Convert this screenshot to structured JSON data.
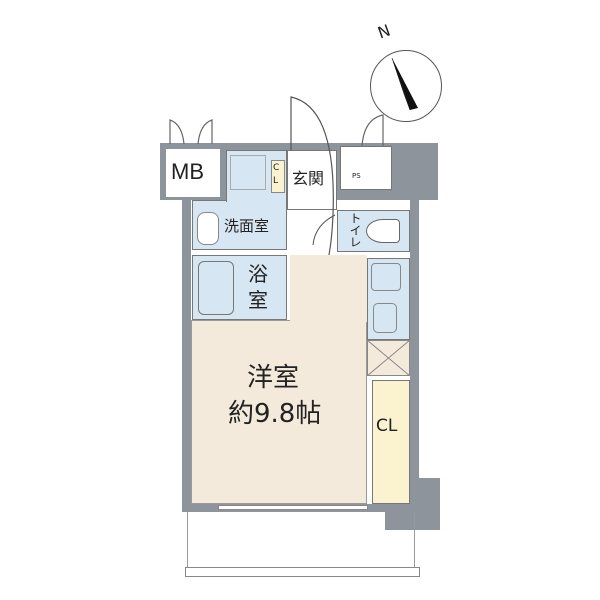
{
  "compass": {
    "label": "N"
  },
  "rooms": {
    "mb": "MB",
    "entrance": "玄関",
    "ps": "PS",
    "closet_small": "C L",
    "washroom": "洗面室",
    "toilet": "トイレ",
    "bath_1": "浴",
    "bath_2": "室",
    "western_room": "洋室",
    "western_size": "約9.8帖",
    "closet": "CL"
  },
  "colors": {
    "wall": "#8e949c",
    "wet_area": "#d6e6f3",
    "room_floor": "#f4eadc",
    "closet": "#fbf2cf"
  }
}
